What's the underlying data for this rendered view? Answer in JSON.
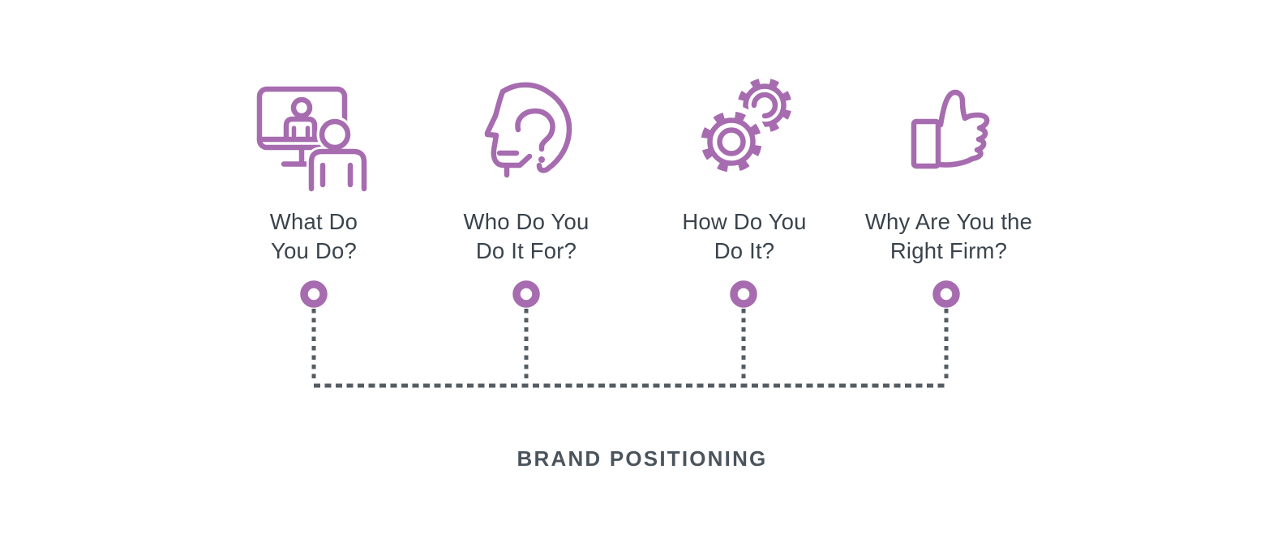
{
  "colors": {
    "accent_purple": "#A66CAF",
    "label_text": "#3A434C",
    "title_text": "#4A545C",
    "dash_line": "#545C63",
    "background": "#FFFFFF"
  },
  "title": {
    "text": "BRAND POSITIONING"
  },
  "steps": [
    {
      "icon": "presenter-monitor-icon",
      "label_line1": "What Do",
      "label_line2": "You Do?"
    },
    {
      "icon": "head-question-icon",
      "label_line1": "Who Do You",
      "label_line2": "Do It For?"
    },
    {
      "icon": "gears-icon",
      "label_line1": "How Do You",
      "label_line2": "Do It?"
    },
    {
      "icon": "thumbs-up-icon",
      "label_line1": "Why Are You the",
      "label_line2": "Right Firm?"
    }
  ]
}
